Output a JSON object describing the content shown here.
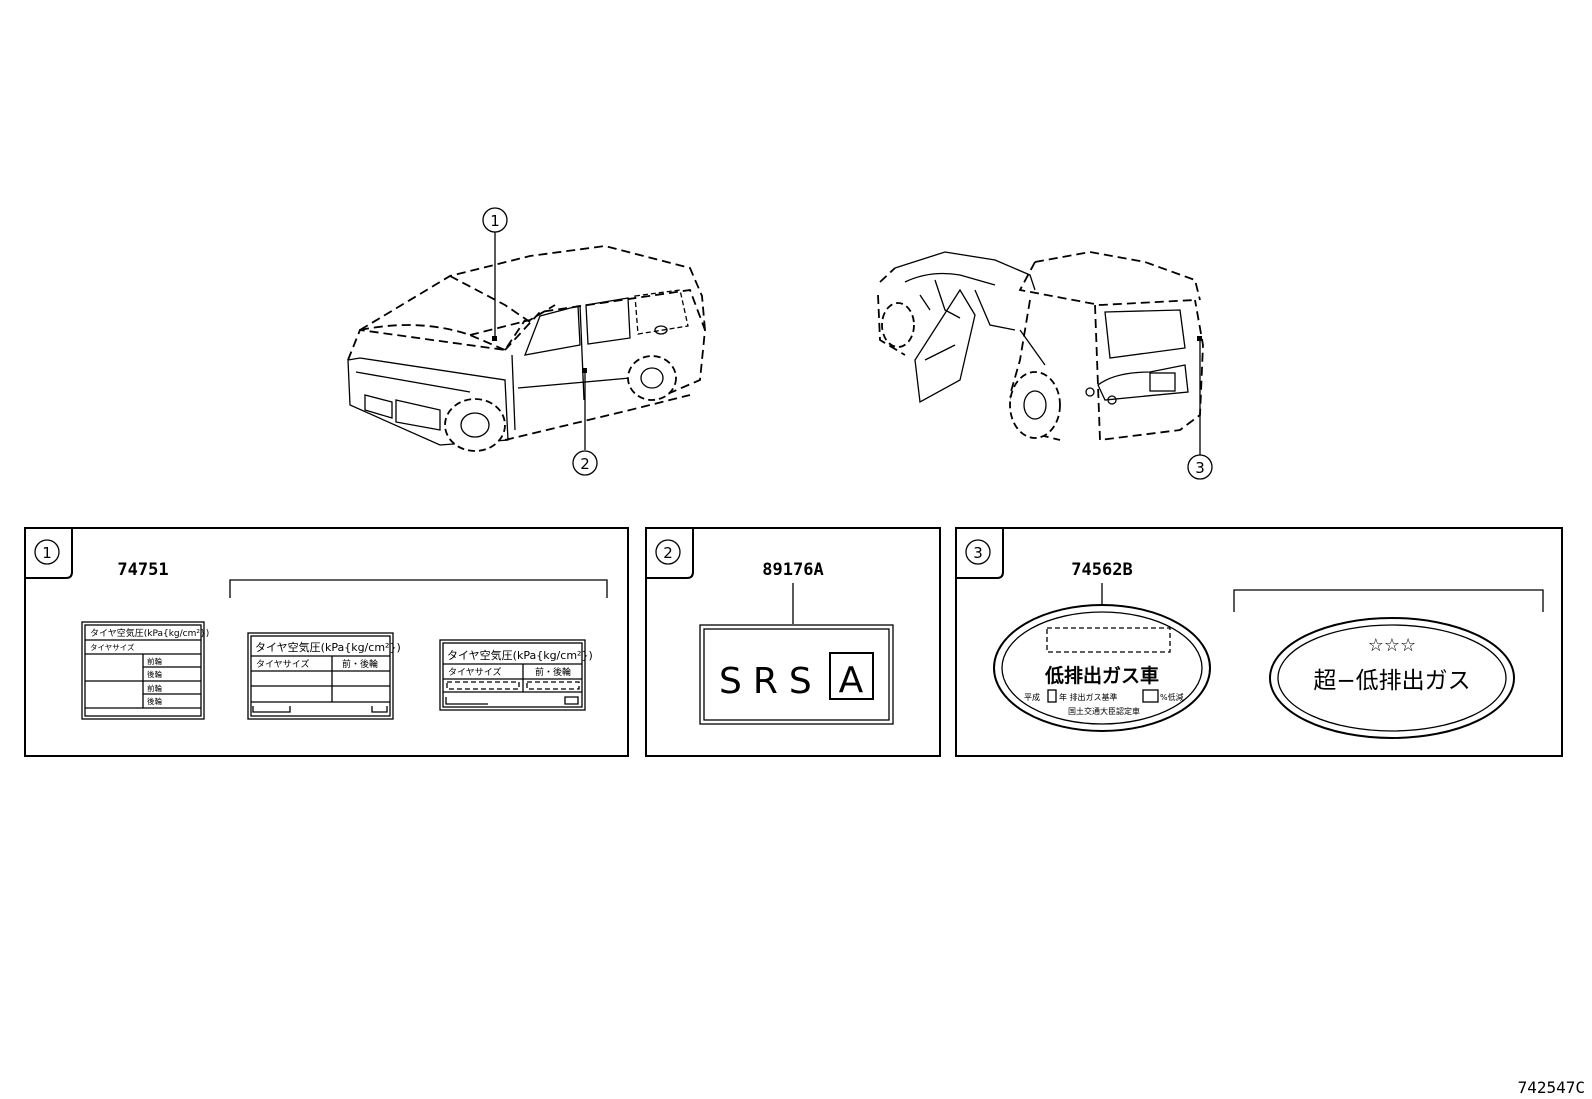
{
  "callouts": [
    "①",
    "②",
    "③"
  ],
  "ref_code": "742547C",
  "panels": [
    {
      "marker": "①",
      "part_number": "74751",
      "labels": [
        {
          "title": "タイヤ空気圧(kPa{kg/cm²})",
          "row1": "タイヤサイズ",
          "front": "前輪",
          "rear": "後輪"
        },
        {
          "title": "タイヤ空気圧(kPa{kg/cm²})",
          "col1": "タイヤサイズ",
          "col2": "前・後輪"
        },
        {
          "title": "タイヤ空気圧(kPa{kg/cm²})",
          "col1": "タイヤサイズ",
          "col2": "前・後輪"
        }
      ]
    },
    {
      "marker": "②",
      "part_number": "89176A",
      "label_text": "SRS",
      "label_letter": "A"
    },
    {
      "marker": "③",
      "part_number": "74562B",
      "emblem1": {
        "main": "低排出ガス車",
        "line1_a": "平成",
        "line1_b": "年 排出ガス基準",
        "line1_c": "%低減",
        "line2": "国土交通大臣認定車"
      },
      "emblem2": {
        "stars": "☆☆☆",
        "main": "超−低排出ガス"
      }
    }
  ]
}
